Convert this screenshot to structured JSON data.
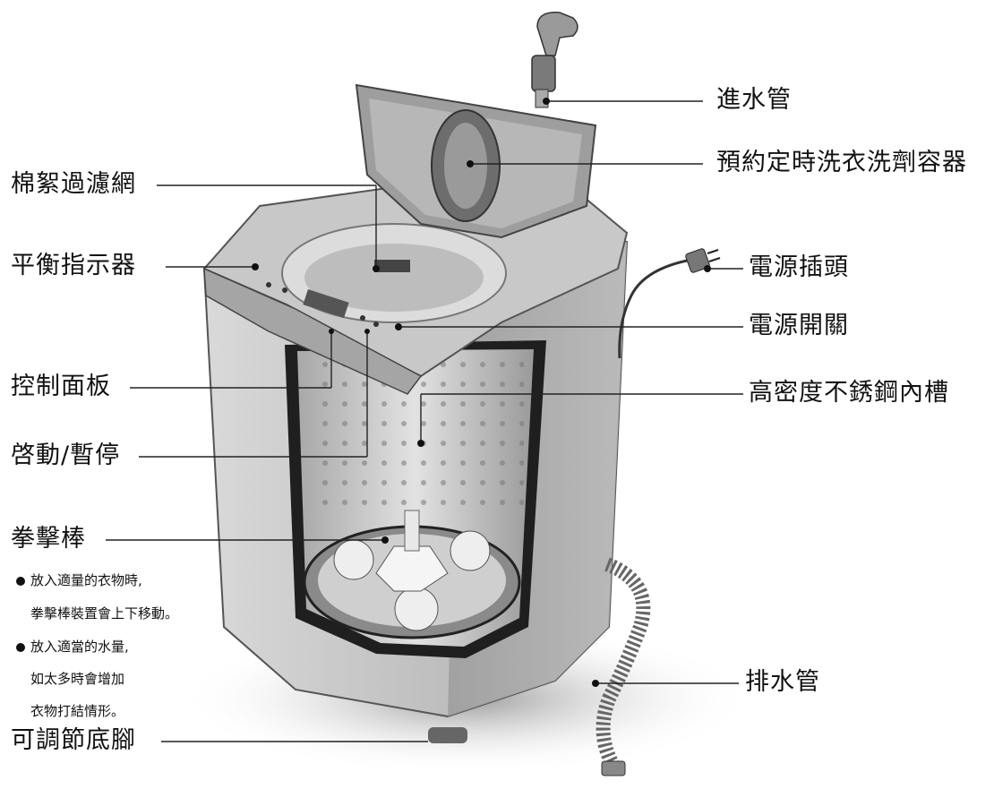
{
  "labels": {
    "inlet_hose": "進水管",
    "detergent_container": "預約定時洗衣洗劑容器",
    "lint_filter": "棉絮過濾網",
    "balance_indicator": "平衡指示器",
    "power_plug": "電源插頭",
    "power_switch": "電源開關",
    "control_panel": "控制面板",
    "stainless_tub": "高密度不銹鋼內槽",
    "start_pause": "啓動/暫停",
    "punch_rod": "拳擊棒",
    "drain_hose": "排水管",
    "adjustable_feet": "可調節底腳"
  },
  "notes": [
    "放入適量的衣物時,",
    "拳擊棒裝置會上下移動。",
    "放入適當的水量,",
    "如太多時會增加",
    "衣物打結情形。"
  ],
  "colors": {
    "body": "#b9b9b9",
    "body_dark": "#8d8d8d",
    "tub": "#d6d6d6",
    "line": "#222222"
  }
}
